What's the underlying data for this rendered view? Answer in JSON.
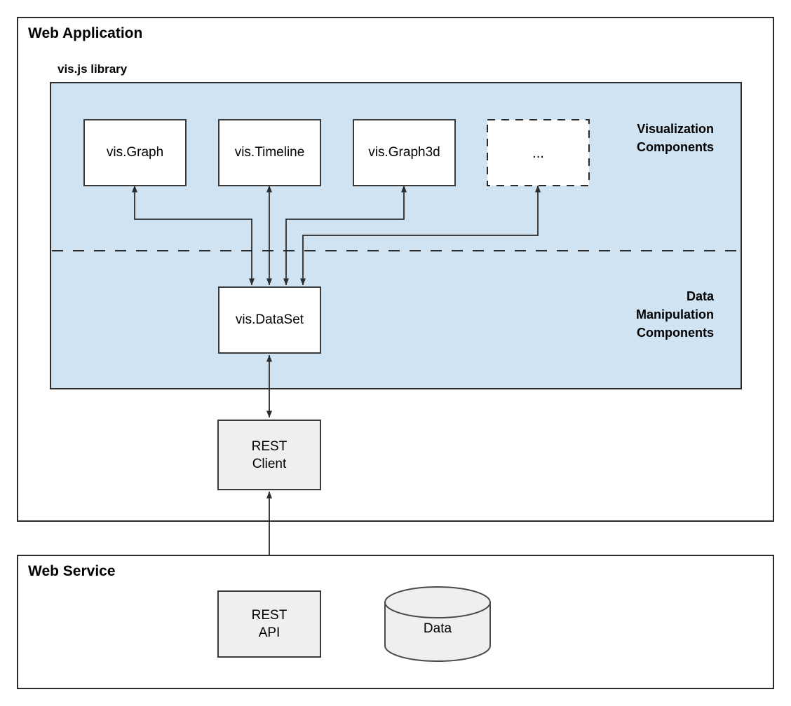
{
  "diagram": {
    "type": "architecture-block-diagram",
    "background_color": "#ffffff",
    "containers": [
      {
        "id": "web-application",
        "title": "Web Application"
      },
      {
        "id": "web-service",
        "title": "Web Service"
      }
    ],
    "library_panel": {
      "title": "vis.js library",
      "fill_color": "#cfe3f3",
      "border_color": "#2b2b2b",
      "group_labels": {
        "visualization": "Visualization\nComponents",
        "visualization_line1": "Visualization",
        "visualization_line2": "Components",
        "data_manipulation_line1": "Data",
        "data_manipulation_line2": "Manipulation",
        "data_manipulation_line3": "Components"
      }
    },
    "nodes": {
      "vis_graph": {
        "label": "vis.Graph",
        "style": "solid-white"
      },
      "vis_timeline": {
        "label": "vis.Timeline",
        "style": "solid-white"
      },
      "vis_graph3d": {
        "label": "vis.Graph3d",
        "style": "solid-white"
      },
      "more_components": {
        "label": "...",
        "style": "dashed-white"
      },
      "vis_dataset": {
        "label": "vis.DataSet",
        "style": "solid-white"
      },
      "rest_client_line1": "REST",
      "rest_client_line2": "Client",
      "rest_api_line1": "REST",
      "rest_api_line2": "API",
      "data_store": {
        "label": "Data",
        "style": "cylinder-gray"
      }
    },
    "connections": [
      {
        "from": "vis.DataSet",
        "to": "vis.Graph",
        "kind": "bidirectional"
      },
      {
        "from": "vis.DataSet",
        "to": "vis.Timeline",
        "kind": "bidirectional"
      },
      {
        "from": "vis.DataSet",
        "to": "vis.Graph3d",
        "kind": "bidirectional"
      },
      {
        "from": "vis.DataSet",
        "to": "...",
        "kind": "bidirectional"
      },
      {
        "from": "vis.DataSet",
        "to": "REST Client",
        "kind": "bidirectional"
      },
      {
        "from": "REST Client",
        "to": "REST API",
        "kind": "bidirectional"
      },
      {
        "from": "REST API",
        "to": "Data",
        "kind": "bidirectional"
      }
    ]
  }
}
